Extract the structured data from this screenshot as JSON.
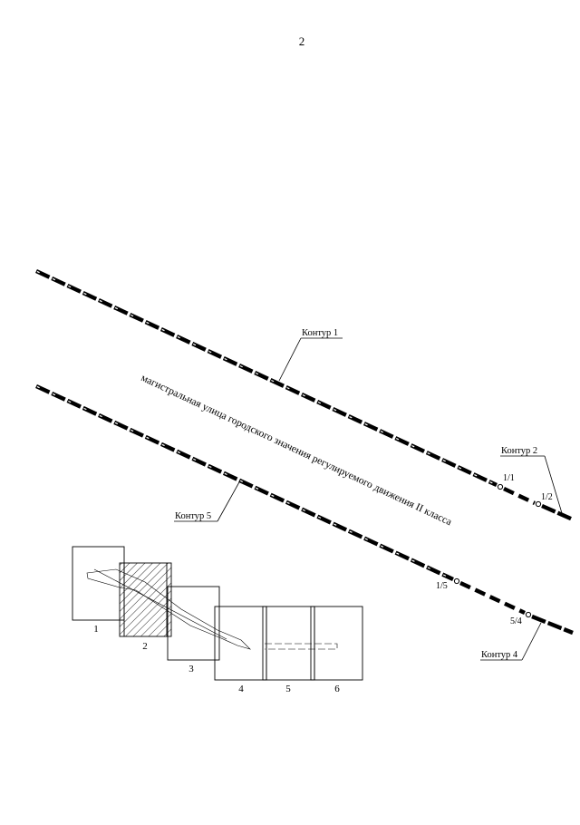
{
  "page": {
    "number": "2"
  },
  "road": {
    "label": "магистральная улица городского значения регулируемого движения II класса"
  },
  "contours": [
    {
      "id": "c1",
      "label": "Контур 1"
    },
    {
      "id": "c2",
      "label": "Контур 2"
    },
    {
      "id": "c4",
      "label": "Контур 4"
    },
    {
      "id": "c5",
      "label": "Контур 5"
    }
  ],
  "points": [
    {
      "id": "p11",
      "label": "1/1"
    },
    {
      "id": "p12",
      "label": "1/2"
    },
    {
      "id": "p15",
      "label": "1/5"
    },
    {
      "id": "p54",
      "label": "5/4"
    }
  ],
  "sheets": [
    {
      "id": "s1",
      "label": "1",
      "hatched": false
    },
    {
      "id": "s2",
      "label": "2",
      "hatched": true
    },
    {
      "id": "s3",
      "label": "3",
      "hatched": false
    },
    {
      "id": "s4",
      "label": "4",
      "hatched": false
    },
    {
      "id": "s5",
      "label": "5",
      "hatched": false
    },
    {
      "id": "s6",
      "label": "6",
      "hatched": false
    }
  ]
}
